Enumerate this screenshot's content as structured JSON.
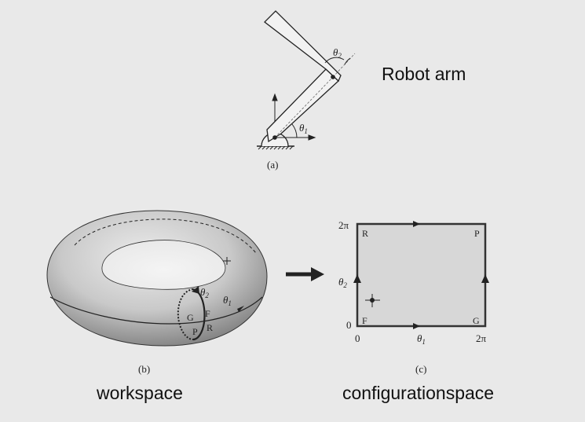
{
  "labels": {
    "robot_arm": "Robot arm",
    "workspace": "workspace",
    "configuration_space": "configurationspace"
  },
  "captions": {
    "a": "(a)",
    "b": "(b)",
    "c": "(c)"
  },
  "symbols": {
    "theta1": "θ",
    "theta1_sub": "1",
    "theta2": "θ",
    "theta2_sub": "2",
    "two_pi": "2π",
    "zero": "0",
    "point_R": "R",
    "point_P": "P",
    "point_F": "F",
    "point_G": "G"
  },
  "colors": {
    "background": "#e9e9e9",
    "ink": "#222222",
    "arm_fill": "#f2f2f2",
    "square_fill": "#d7d7d7"
  }
}
